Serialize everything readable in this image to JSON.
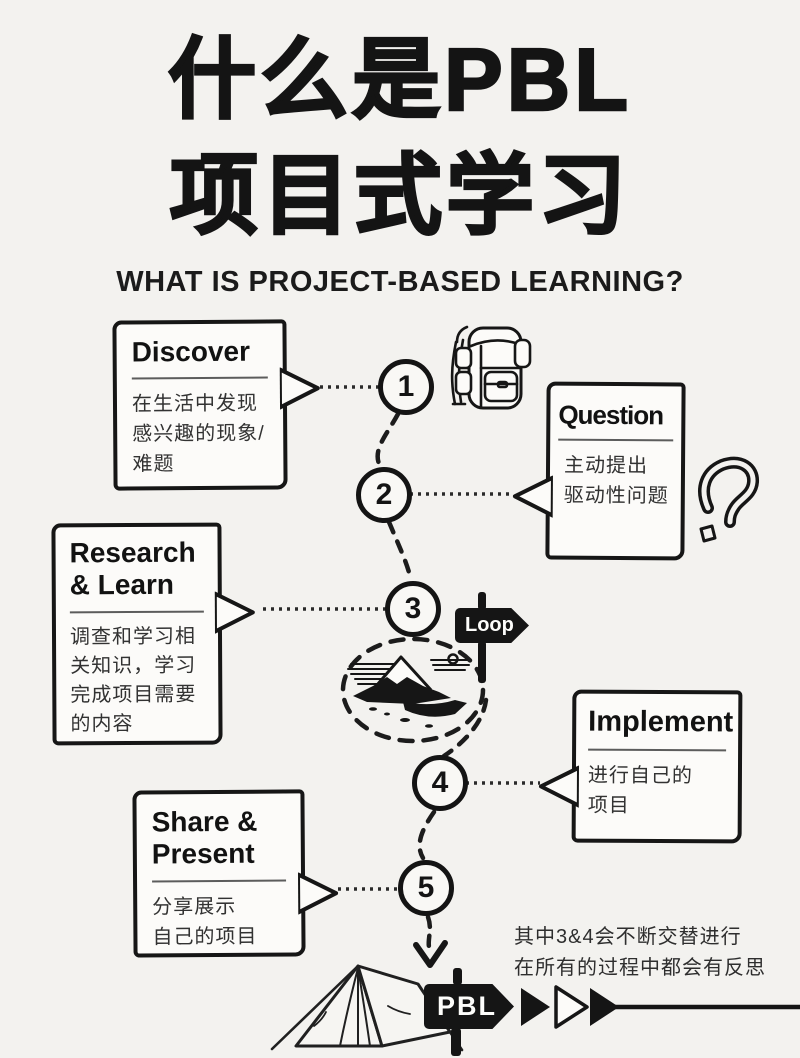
{
  "header": {
    "title_line1": "什么是PBL",
    "title_line2": "项目式学习",
    "subtitle": "WHAT IS PROJECT-BASED LEARNING?"
  },
  "steps": [
    {
      "num": "1",
      "title_lines": [
        "Discover"
      ],
      "body_lines": [
        "在生活中发现",
        "感兴趣的现象/",
        "难题"
      ]
    },
    {
      "num": "2",
      "title_lines": [
        "Question"
      ],
      "body_lines": [
        "主动提出",
        "驱动性问题"
      ]
    },
    {
      "num": "3",
      "title_lines": [
        "Research",
        "& Learn"
      ],
      "body_lines": [
        "调查和学习相",
        "关知识，学习",
        "完成项目需要",
        "的内容"
      ]
    },
    {
      "num": "4",
      "title_lines": [
        "Implement"
      ],
      "body_lines": [
        "进行自己的",
        "项目"
      ]
    },
    {
      "num": "5",
      "title_lines": [
        "Share &",
        "Present"
      ],
      "body_lines": [
        "分享展示",
        "自己的项目"
      ]
    }
  ],
  "signs": {
    "loop_label": "Loop",
    "pbl_label": "PBL"
  },
  "footnote": {
    "line1": "其中3&4会不断交替进行",
    "line2": "在所有的过程中都会有反思"
  },
  "icons": {
    "backpack": "backpack-icon",
    "question_doodle": "question-mark-icon",
    "mountain_scene": "mountain-scene-icon",
    "tent": "tent-icon",
    "loop_sign": "loop-signpost-icon",
    "pbl_sign": "pbl-signpost-icon"
  },
  "colors": {
    "background": "#f3f2ef",
    "ink": "#161616",
    "box_fill": "#fcfbf9"
  }
}
